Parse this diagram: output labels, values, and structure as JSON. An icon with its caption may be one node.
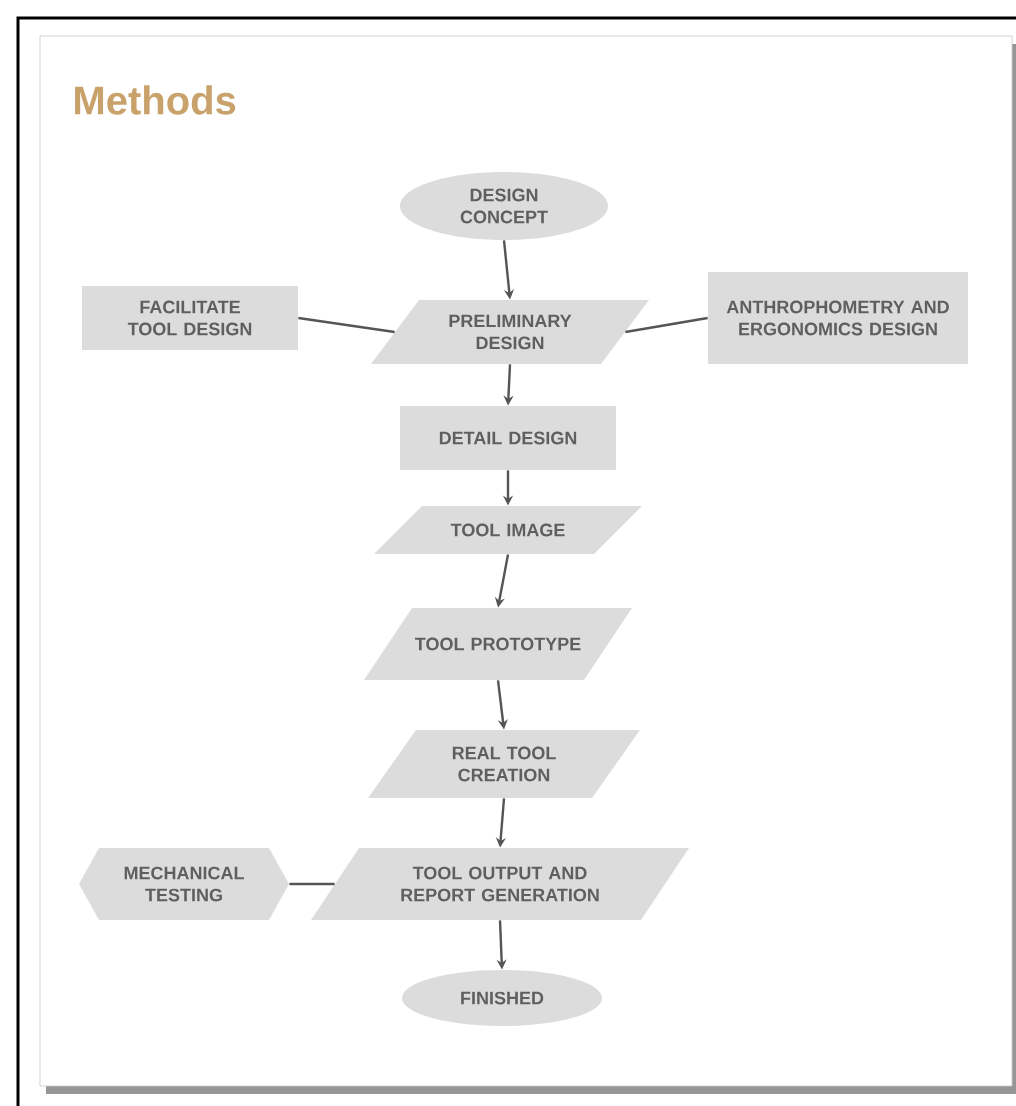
{
  "diagram": {
    "title": "Methods",
    "nodes": [
      {
        "text": [
          "DESIGN CONCEPT"
        ]
      },
      {
        "text": [
          "FACILITATE TOOL DESIGN"
        ]
      },
      {
        "text": [
          "PRELIMINARY DESIGN"
        ]
      },
      {
        "text": [
          "ANTHROPHOMETRY AND ERGONOMICS DESIGN"
        ]
      },
      {
        "text": [
          "DETAIL DESIGN"
        ]
      },
      {
        "text": [
          "TOOL IMAGE"
        ]
      },
      {
        "text": [
          "TOOL PROTOTYPE"
        ]
      },
      {
        "text": [
          "REAL TOOL CREATION"
        ]
      },
      {
        "text": [
          "MECHANICAL TESTING"
        ]
      },
      {
        "text": [
          "TOOL OUTPUT AND REPORT GENERATION"
        ]
      },
      {
        "text": [
          "FINISHED"
        ]
      }
    ],
    "edges": [
      {
        "from": 0,
        "to": 2,
        "arrow": "to"
      },
      {
        "from": 1,
        "to": 2,
        "arrow": "none"
      },
      {
        "from": 2,
        "to": 3,
        "arrow": "none"
      },
      {
        "from": 2,
        "to": 4,
        "arrow": "to"
      },
      {
        "from": 4,
        "to": 5,
        "arrow": "to"
      },
      {
        "from": 5,
        "to": 6,
        "arrow": "to"
      },
      {
        "from": 6,
        "to": 7,
        "arrow": "to"
      },
      {
        "from": 7,
        "to": 9,
        "arrow": "to"
      },
      {
        "from": 8,
        "to": 9,
        "arrow": "none"
      },
      {
        "from": 9,
        "to": 10,
        "arrow": "to"
      }
    ]
  }
}
